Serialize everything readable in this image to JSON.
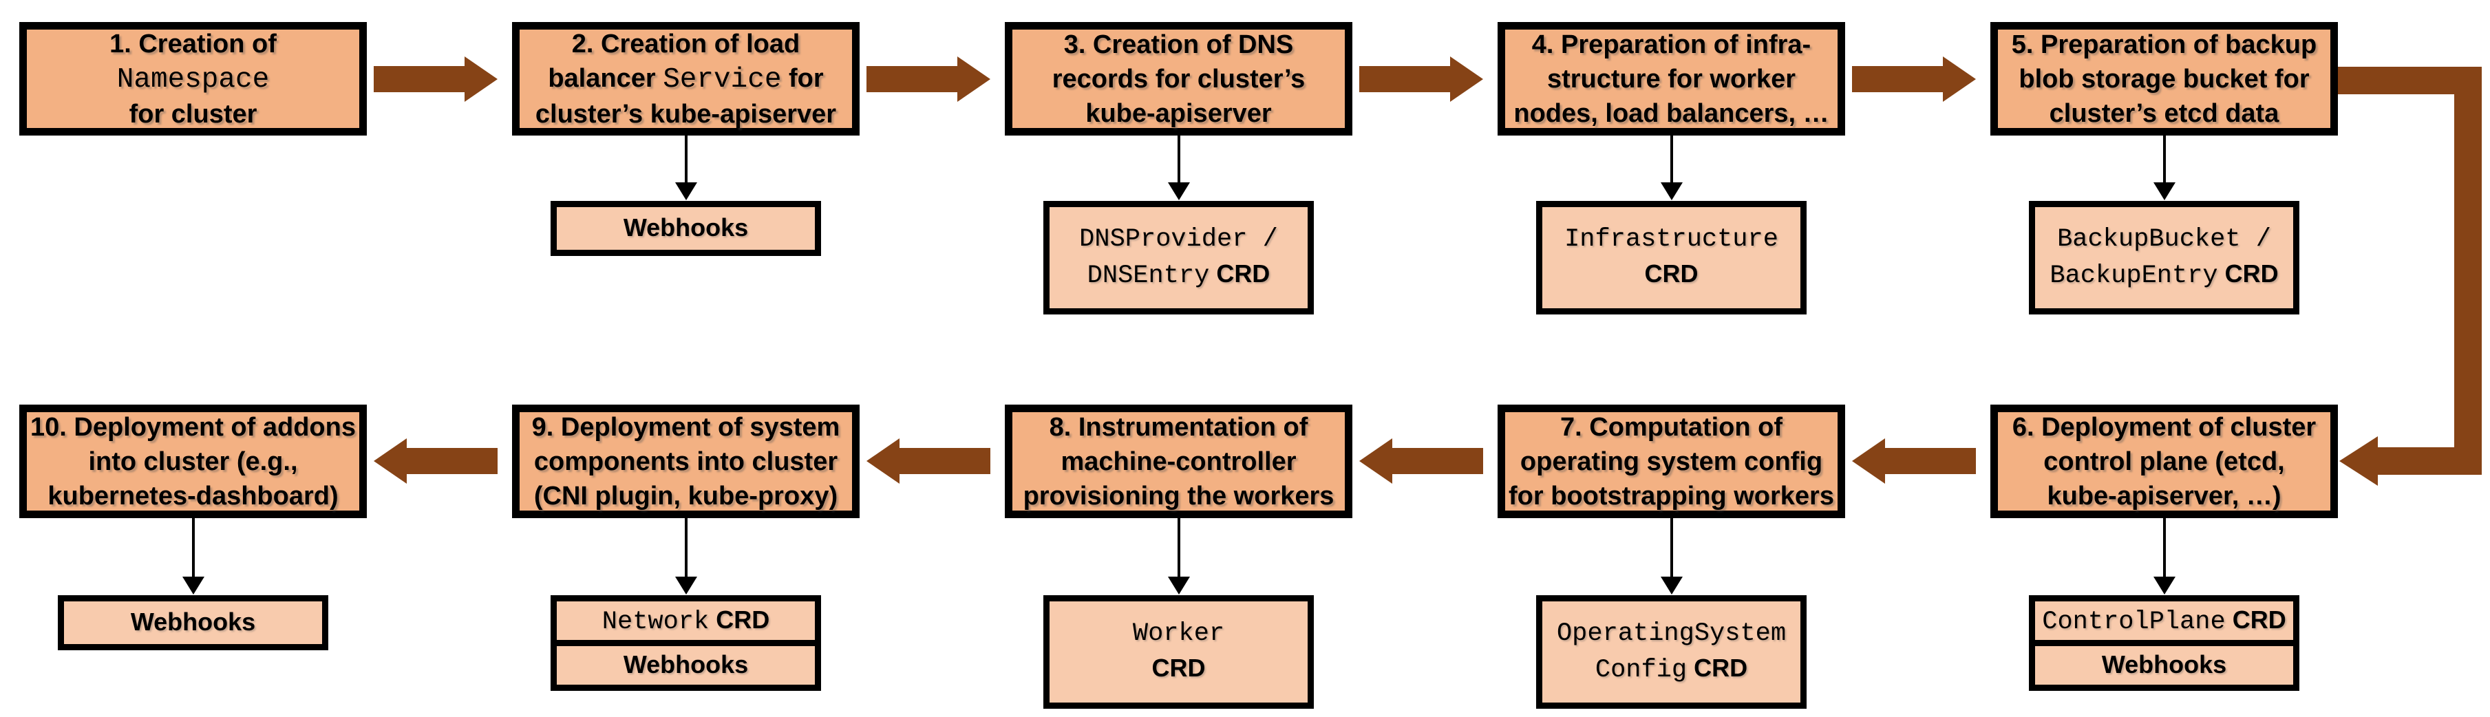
{
  "diagram": {
    "colors": {
      "box_fill": "#F3B183",
      "sub_fill": "#F8CBAD",
      "border": "#000000",
      "arrow": "#864316",
      "background": "#FFFFFF"
    },
    "rows": [
      {
        "flow_direction": "right",
        "steps": [
          {
            "id": 1,
            "main": [
              [
                {
                  "t": "1. Creation of",
                  "s": "sans"
                }
              ],
              [
                {
                  "t": "Namespace",
                  "s": "mono"
                }
              ],
              [
                {
                  "t": "for cluster",
                  "s": "sans"
                }
              ]
            ],
            "subs": []
          },
          {
            "id": 2,
            "main": [
              [
                {
                  "t": "2. Creation of load",
                  "s": "sans"
                }
              ],
              [
                {
                  "t": "balancer ",
                  "s": "sans"
                },
                {
                  "t": "Service",
                  "s": "mono"
                },
                {
                  "t": " for",
                  "s": "sans"
                }
              ],
              [
                {
                  "t": "cluster’s kube-apiserver",
                  "s": "sans"
                }
              ]
            ],
            "subs": [
              {
                "name": "webhooks",
                "lines": [
                  [
                    {
                      "t": "Webhooks",
                      "s": "bold"
                    }
                  ]
                ]
              }
            ]
          },
          {
            "id": 3,
            "main": [
              [
                {
                  "t": "3. Creation of DNS",
                  "s": "sans"
                }
              ],
              [
                {
                  "t": "records for cluster’s",
                  "s": "sans"
                }
              ],
              [
                {
                  "t": "kube-apiserver",
                  "s": "sans"
                }
              ]
            ],
            "subs": [
              {
                "name": "dnsprovider-dnsentry-crd",
                "lines": [
                  [
                    {
                      "t": "DNSProvider /",
                      "s": "mono"
                    }
                  ],
                  [
                    {
                      "t": "DNSEntry",
                      "s": "mono"
                    },
                    {
                      "t": " CRD",
                      "s": "bold"
                    }
                  ]
                ]
              }
            ]
          },
          {
            "id": 4,
            "main": [
              [
                {
                  "t": "4. Preparation of infra-",
                  "s": "sans"
                }
              ],
              [
                {
                  "t": "structure for worker",
                  "s": "sans"
                }
              ],
              [
                {
                  "t": "nodes, load balancers, …",
                  "s": "sans"
                }
              ]
            ],
            "subs": [
              {
                "name": "infrastructure-crd",
                "lines": [
                  [
                    {
                      "t": "Infrastructure",
                      "s": "mono"
                    }
                  ],
                  [
                    {
                      "t": "CRD",
                      "s": "bold"
                    }
                  ]
                ]
              }
            ]
          },
          {
            "id": 5,
            "main": [
              [
                {
                  "t": "5. Preparation of backup",
                  "s": "sans"
                }
              ],
              [
                {
                  "t": "blob storage bucket for",
                  "s": "sans"
                }
              ],
              [
                {
                  "t": "cluster’s etcd data",
                  "s": "sans"
                }
              ]
            ],
            "subs": [
              {
                "name": "backupbucket-backupentry-crd",
                "lines": [
                  [
                    {
                      "t": "BackupBucket /",
                      "s": "mono"
                    }
                  ],
                  [
                    {
                      "t": "BackupEntry",
                      "s": "mono"
                    },
                    {
                      "t": " CRD",
                      "s": "bold"
                    }
                  ]
                ]
              }
            ]
          }
        ]
      },
      {
        "flow_direction": "left",
        "steps": [
          {
            "id": 10,
            "main": [
              [
                {
                  "t": "10. Deployment of addons",
                  "s": "sans"
                }
              ],
              [
                {
                  "t": "into cluster (e.g.,",
                  "s": "sans"
                }
              ],
              [
                {
                  "t": "kubernetes-dashboard)",
                  "s": "sans"
                }
              ]
            ],
            "subs": [
              {
                "name": "webhooks",
                "lines": [
                  [
                    {
                      "t": "Webhooks",
                      "s": "bold"
                    }
                  ]
                ]
              }
            ]
          },
          {
            "id": 9,
            "main": [
              [
                {
                  "t": "9. Deployment of system",
                  "s": "sans"
                }
              ],
              [
                {
                  "t": "components into cluster",
                  "s": "sans"
                }
              ],
              [
                {
                  "t": "(CNI plugin, kube-proxy)",
                  "s": "sans"
                }
              ]
            ],
            "subs": [
              {
                "name": "network-crd",
                "lines": [
                  [
                    {
                      "t": "Network",
                      "s": "mono"
                    },
                    {
                      "t": " CRD",
                      "s": "bold"
                    }
                  ]
                ]
              },
              {
                "name": "webhooks",
                "lines": [
                  [
                    {
                      "t": "Webhooks",
                      "s": "bold"
                    }
                  ]
                ]
              }
            ]
          },
          {
            "id": 8,
            "main": [
              [
                {
                  "t": "8. Instrumentation of",
                  "s": "sans"
                }
              ],
              [
                {
                  "t": "machine-controller",
                  "s": "sans"
                }
              ],
              [
                {
                  "t": "provisioning the workers",
                  "s": "sans"
                }
              ]
            ],
            "subs": [
              {
                "name": "worker-crd",
                "lines": [
                  [
                    {
                      "t": "Worker",
                      "s": "mono"
                    }
                  ],
                  [
                    {
                      "t": "CRD",
                      "s": "bold"
                    }
                  ]
                ]
              }
            ]
          },
          {
            "id": 7,
            "main": [
              [
                {
                  "t": "7. Computation of",
                  "s": "sans"
                }
              ],
              [
                {
                  "t": "operating system config",
                  "s": "sans"
                }
              ],
              [
                {
                  "t": "for bootstrapping workers",
                  "s": "sans"
                }
              ]
            ],
            "subs": [
              {
                "name": "operatingsystemconfig-crd",
                "lines": [
                  [
                    {
                      "t": "OperatingSystem",
                      "s": "mono"
                    }
                  ],
                  [
                    {
                      "t": "Config",
                      "s": "mono"
                    },
                    {
                      "t": " CRD",
                      "s": "bold"
                    }
                  ]
                ]
              }
            ]
          },
          {
            "id": 6,
            "main": [
              [
                {
                  "t": "6. Deployment of cluster",
                  "s": "sans"
                }
              ],
              [
                {
                  "t": "control plane (etcd,",
                  "s": "sans"
                }
              ],
              [
                {
                  "t": "kube-apiserver, …)",
                  "s": "sans"
                }
              ]
            ],
            "subs": [
              {
                "name": "controlplane-crd",
                "lines": [
                  [
                    {
                      "t": "ControlPlane",
                      "s": "mono"
                    },
                    {
                      "t": " CRD",
                      "s": "bold"
                    }
                  ]
                ]
              },
              {
                "name": "webhooks",
                "lines": [
                  [
                    {
                      "t": "Webhooks",
                      "s": "bold"
                    }
                  ]
                ]
              }
            ]
          }
        ]
      }
    ]
  }
}
